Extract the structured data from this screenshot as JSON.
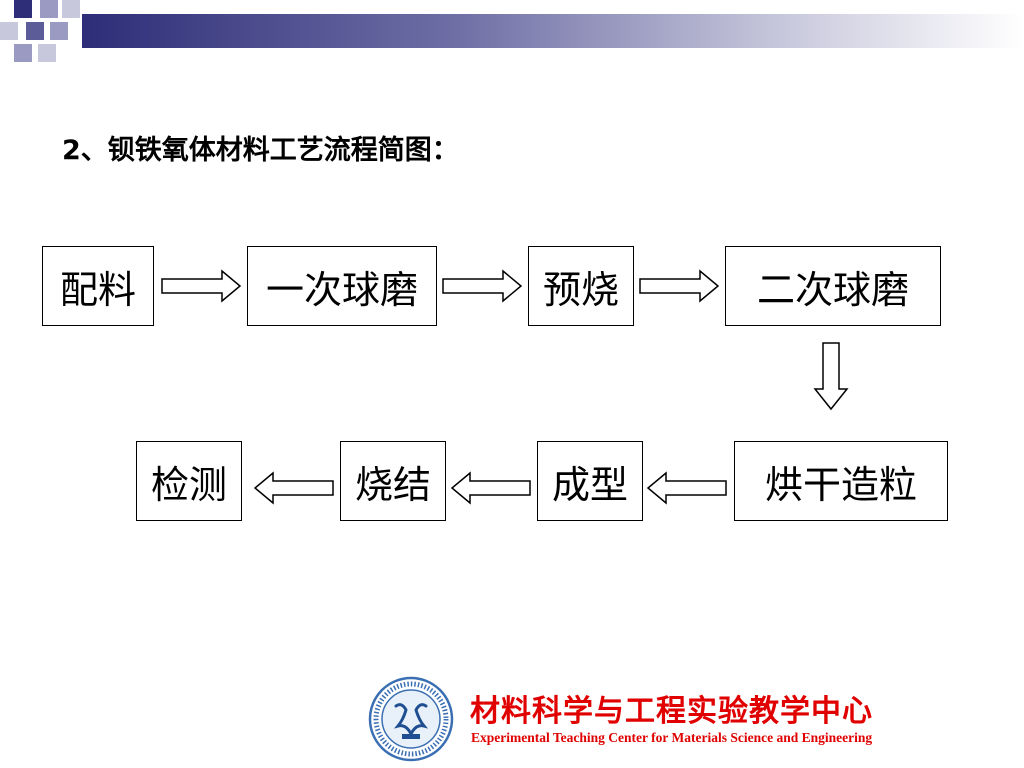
{
  "title": "2、钡铁氧体材料工艺流程简图：",
  "flow": {
    "row1": [
      {
        "label": "配料"
      },
      {
        "label": "一次球磨"
      },
      {
        "label": "预烧"
      },
      {
        "label": "二次球磨"
      }
    ],
    "row2": [
      {
        "label": "检测"
      },
      {
        "label": "烧结"
      },
      {
        "label": "成型"
      },
      {
        "label": "烘干造粒"
      }
    ]
  },
  "footer": {
    "org_cn": "材料科学与工程实验教学中心",
    "org_en": "Experimental Teaching Center for Materials Science and Engineering",
    "logo_icon": "college-seal-icon"
  },
  "colors": {
    "header_dark": "#2d2d78",
    "header_light": "#c9c9dd",
    "footer_text": "#e00000",
    "logo_blue": "#3a6fb3"
  }
}
